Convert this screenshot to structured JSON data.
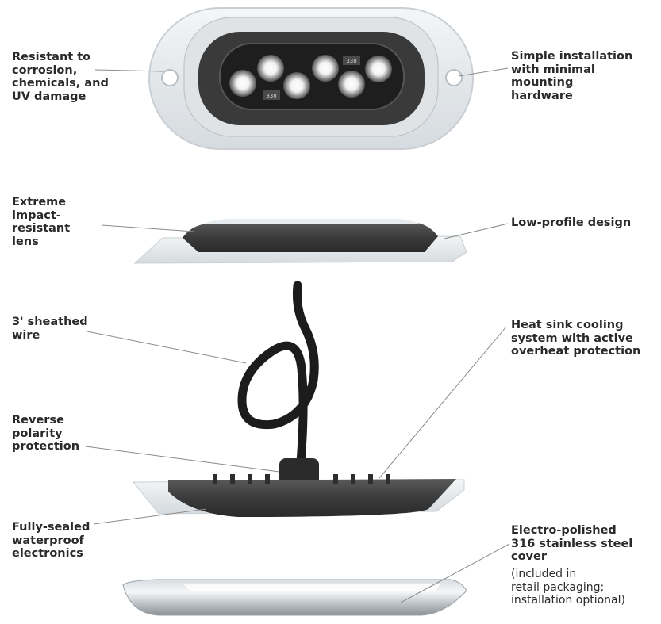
{
  "callouts": {
    "corrosion": "Resistant to\ncorrosion,\nchemicals, and\nUV damage",
    "installation": "Simple installation\nwith minimal mounting\nhardware",
    "lens": "Extreme\nimpact-\nresistant\nlens",
    "low_profile": "Low-profile design",
    "wire": "3' sheathed\nwire",
    "heat_sink": "Heat sink cooling\nsystem with active\noverheat protection",
    "polarity": "Reverse\npolarity\nprotection",
    "sealed": "Fully-sealed\nwaterproof\nelectronics",
    "cover": "Electro-polished\n316 stainless steel\ncover",
    "cover_note": "(included in\nretail packaging;\ninstallation optional)"
  },
  "board_markings": {
    "chip_top": "338",
    "chip_bottom": "338"
  },
  "colors": {
    "text": "#2a2a2a",
    "leader_line": "#8a8a8a",
    "housing_dark": "#3a3a3a",
    "lens_clear": "#e9ecee",
    "led_white": "#ffffff"
  }
}
